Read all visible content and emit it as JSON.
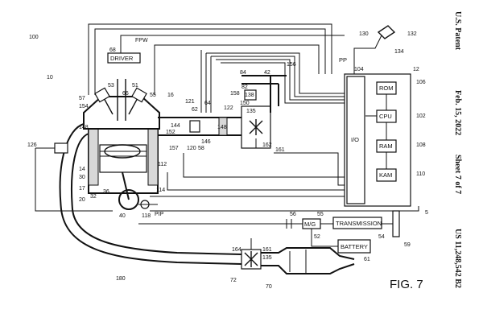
{
  "header": {
    "publisher": "U.S. Patent",
    "date": "Feb. 15, 2022",
    "sheet": "Sheet 7 of 7",
    "patent_number": "US 11,248,542 B2"
  },
  "figure_label": "FIG. 7",
  "blocks": {
    "driver": "DRIVER",
    "fpw": "FPW",
    "io": "I/O",
    "rom": "ROM",
    "cpu": "CPU",
    "ram": "RAM",
    "kam": "KAM",
    "pp": "PP",
    "transmission": "TRANSMISSION",
    "battery": "BATTERY",
    "mg": "M/G",
    "pip": "PIP"
  },
  "refs": {
    "r100": "100",
    "r10": "10",
    "r12": "12",
    "r130": "130",
    "r132": "132",
    "r134": "134",
    "r104": "104",
    "r106": "106",
    "r102": "102",
    "r108": "108",
    "r110": "110",
    "r68": "68",
    "r57": "57",
    "r53": "53",
    "r51": "51",
    "r66": "66",
    "r55": "55",
    "r154": "154",
    "r16": "16",
    "r121": "121",
    "r62": "62",
    "r64": "64",
    "r122": "122",
    "r84": "84",
    "r82": "82",
    "r42": "42",
    "r156": "156",
    "r138": "138",
    "r158": "158",
    "r150": "150",
    "r135": "135",
    "r148a": "148",
    "r144": "144",
    "r148b": "148",
    "r146": "146",
    "r152": "152",
    "r157": "157",
    "r120": "120",
    "r58": "58",
    "r162": "162",
    "r161a": "161",
    "r126": "126",
    "r14": "14",
    "r30": "30",
    "r17": "17",
    "r20": "20",
    "r32": "32",
    "r36": "36",
    "r112": "112",
    "r114": "114",
    "r40": "40",
    "r118": "118",
    "r5": "5",
    "r56": "56",
    "r55b": "55",
    "r52": "52",
    "r54": "54",
    "r59": "59",
    "r61": "61",
    "r164": "164",
    "r161b": "161",
    "r135b": "135",
    "r180": "180",
    "r72": "72",
    "r70": "70"
  }
}
